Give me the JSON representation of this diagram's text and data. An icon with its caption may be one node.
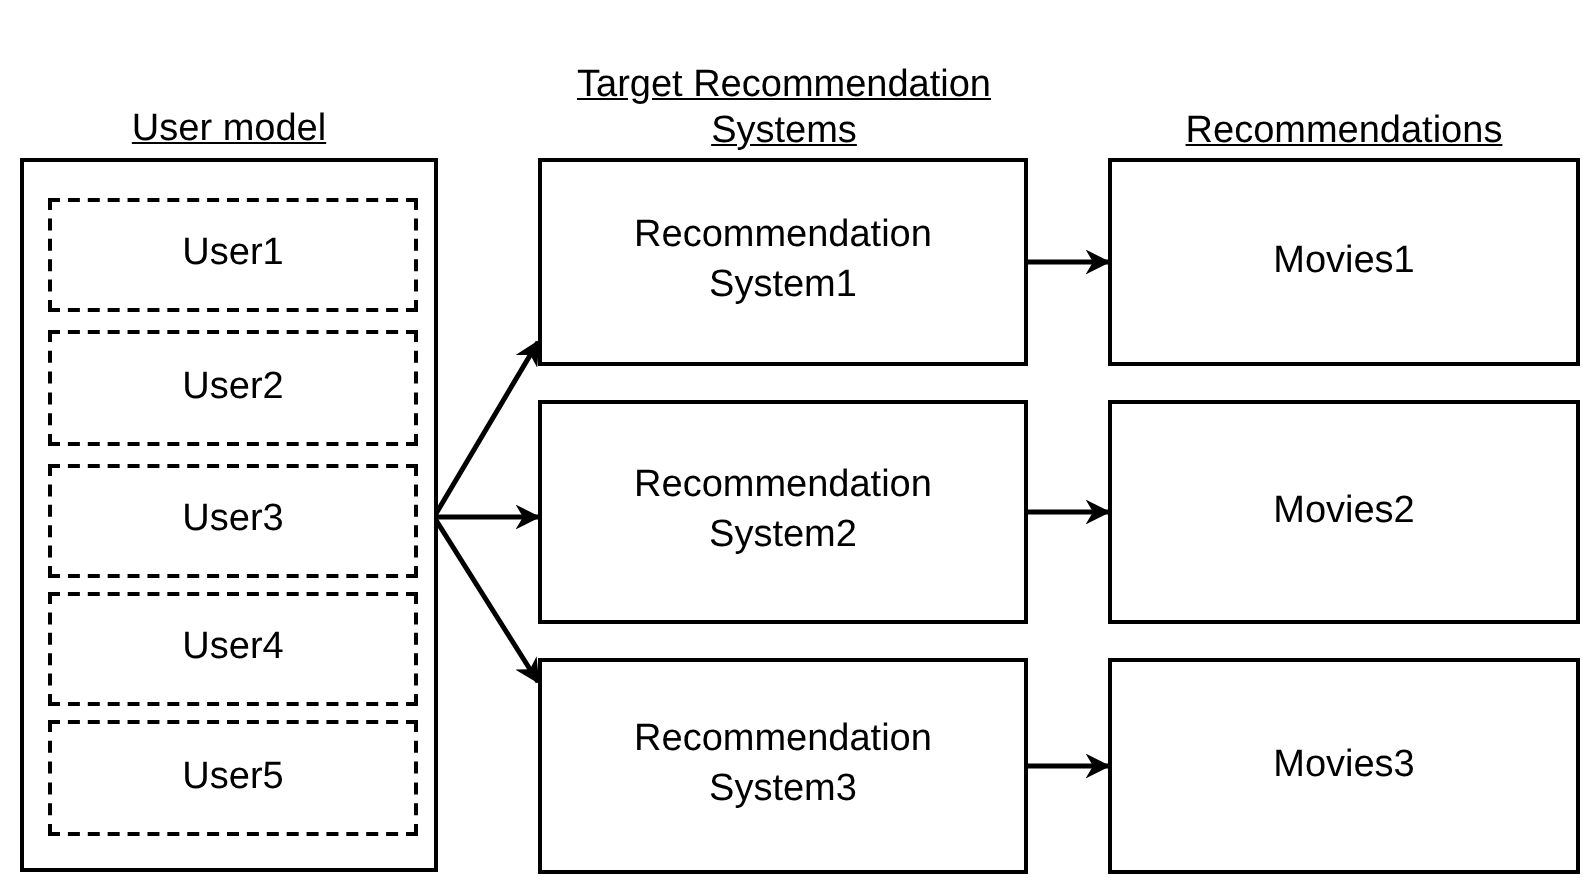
{
  "diagram": {
    "nodes": [
      {
        "text": [
          "User model"
        ]
      },
      {
        "text": [
          "User1"
        ],
        "in": 0
      },
      {
        "text": [
          "User2"
        ],
        "in": 0
      },
      {
        "text": [
          "User3"
        ],
        "in": 0
      },
      {
        "text": [
          "User4"
        ],
        "in": 0
      },
      {
        "text": [
          "User5"
        ],
        "in": 0
      },
      {
        "text": [
          "Recommendation System1"
        ]
      },
      {
        "text": [
          "Movies1"
        ]
      },
      {
        "text": [
          "Recommendation System2"
        ]
      },
      {
        "text": [
          "Movies2"
        ]
      },
      {
        "text": [
          "Recommendation System3"
        ]
      },
      {
        "text": [
          "Movies3"
        ]
      }
    ],
    "edges": [
      {
        "from": 3,
        "to": 6,
        "arrow": "to"
      },
      {
        "from": 3,
        "to": 8,
        "arrow": "to"
      },
      {
        "from": 3,
        "to": 10,
        "arrow": "to"
      },
      {
        "from": 6,
        "to": 7,
        "arrow": "to"
      },
      {
        "from": 8,
        "to": 9,
        "arrow": "to"
      },
      {
        "from": 10,
        "to": 11,
        "arrow": "to"
      }
    ],
    "labels": [
      "Target Recommendation Systems",
      "Recommendations"
    ]
  }
}
